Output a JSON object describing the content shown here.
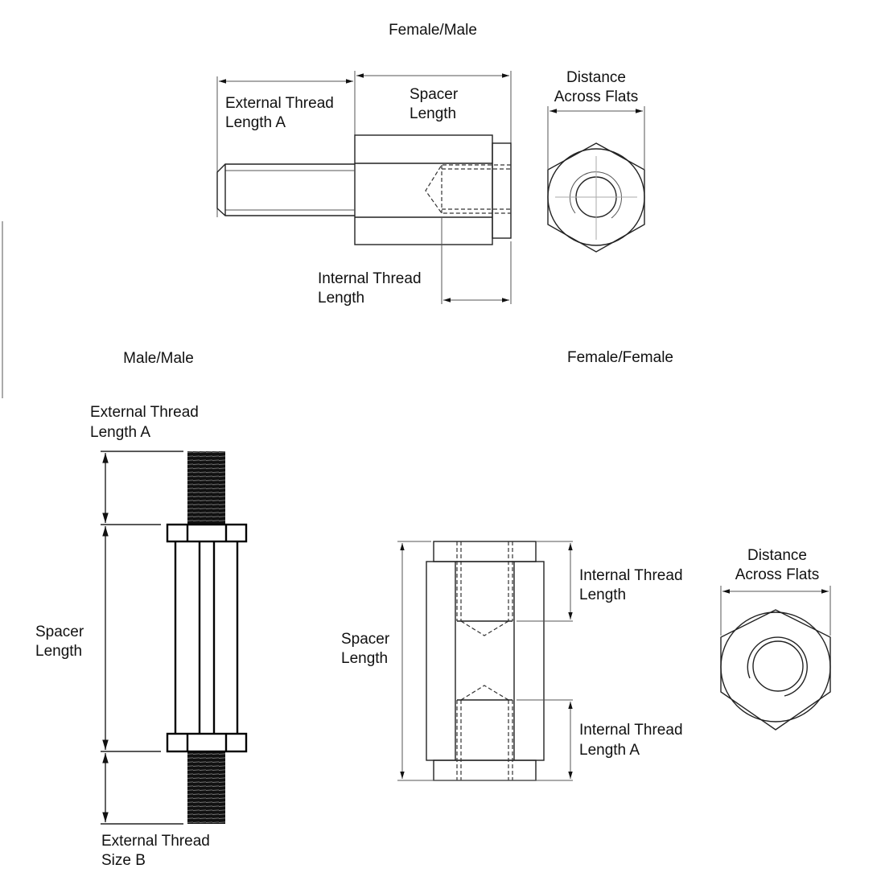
{
  "female_male": {
    "title": "Female/Male",
    "external_thread_length": [
      "External Thread",
      "Length A"
    ],
    "spacer_length": [
      "Spacer",
      "Length"
    ],
    "distance_across_flats": [
      "Distance",
      "Across Flats"
    ],
    "internal_thread_length": [
      "Internal Thread",
      "Length"
    ]
  },
  "male_male": {
    "title": "Male/Male",
    "external_thread_length": [
      "External Thread",
      "Length A"
    ],
    "spacer_length": [
      "Spacer",
      "Length"
    ],
    "external_thread_size": [
      "External Thread",
      "Size B"
    ]
  },
  "female_female": {
    "title": "Female/Female",
    "spacer_length": [
      "Spacer",
      "Length"
    ],
    "internal_thread_length": [
      "Internal Thread",
      "Length"
    ],
    "internal_thread_length_a": [
      "Internal Thread",
      "Length A"
    ],
    "distance_across_flats": [
      "Distance",
      "Across Flats"
    ]
  }
}
